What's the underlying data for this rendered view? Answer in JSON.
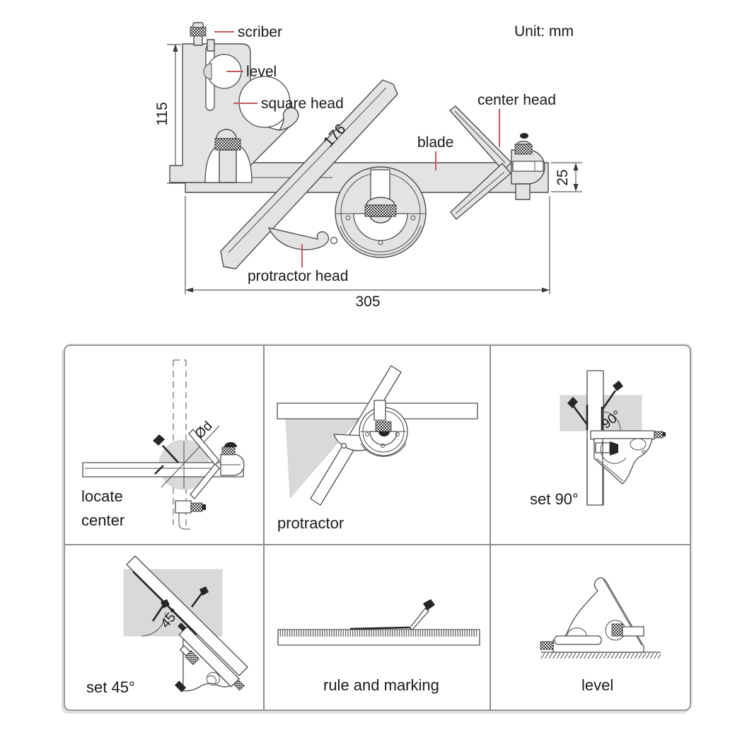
{
  "title": {
    "unit_label": "Unit: mm"
  },
  "diagram": {
    "part_labels": {
      "scriber": "scriber",
      "level": "level",
      "square_head": "square head",
      "center_head": "center head",
      "blade": "blade",
      "protractor_head": "protractor head"
    },
    "dimensions": {
      "head_height": "115",
      "protractor_length": "176",
      "blade_width": "25",
      "blade_length": "305"
    }
  },
  "usage_grid": {
    "cells": [
      {
        "label": "locate center",
        "annotation": "Ød"
      },
      {
        "label": "protractor"
      },
      {
        "label": "set 90°",
        "annotation": "90°"
      },
      {
        "label": "set 45°",
        "annotation": "45°"
      },
      {
        "label": "rule and marking"
      },
      {
        "label": "level"
      }
    ]
  },
  "colors": {
    "leader_line": "#c25b5e",
    "tool_fill": "#e3e3e4",
    "workpiece_fill": "#d9d9d9",
    "outline": "#4d4d4d",
    "text": "#1a1a1a"
  }
}
